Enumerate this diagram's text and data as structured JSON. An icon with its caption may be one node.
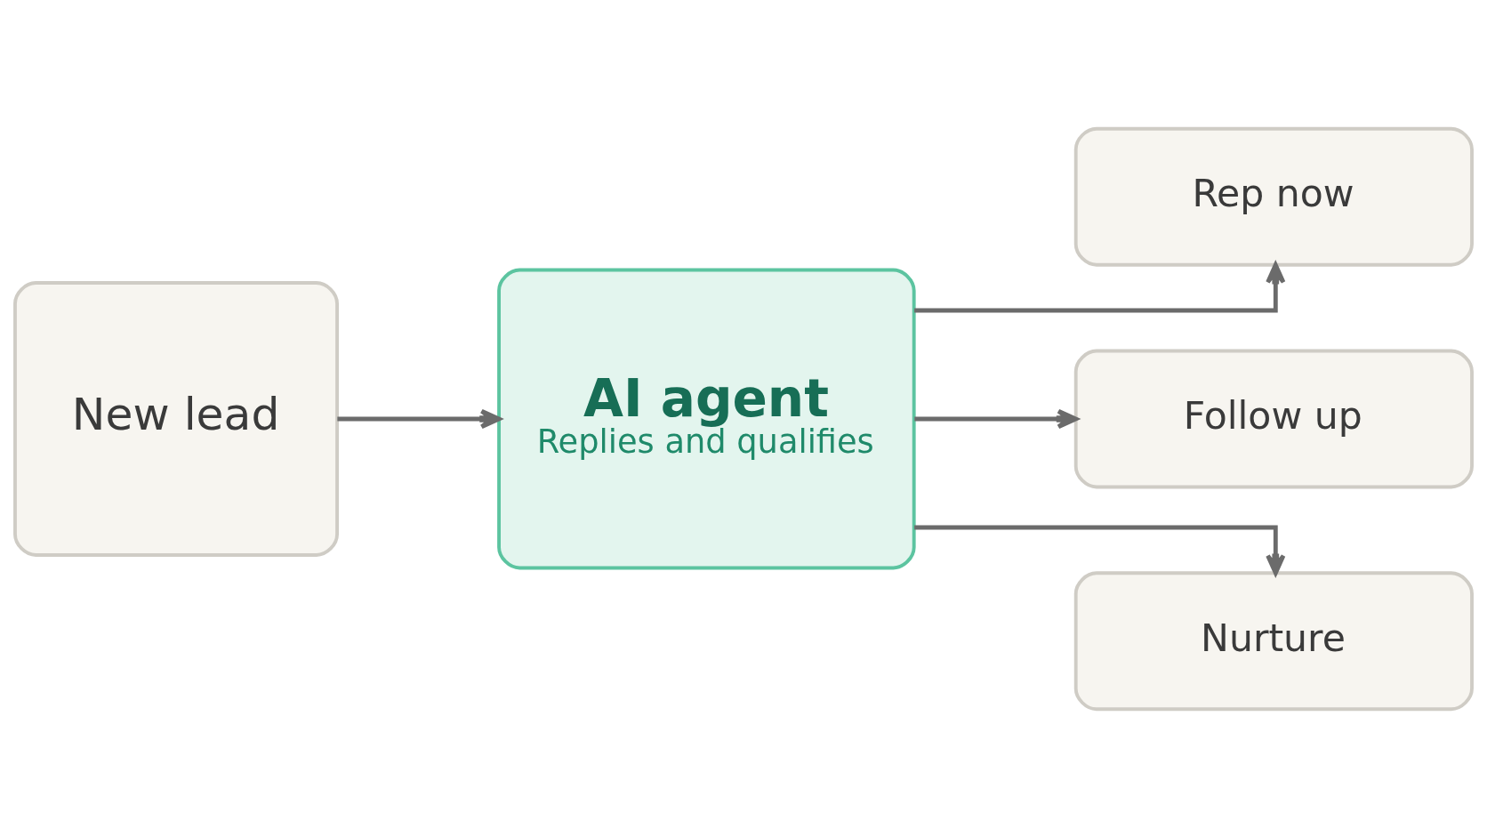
{
  "diagram": {
    "nodes": [
      {
        "text": [
          "New lead"
        ]
      },
      {
        "text": [
          "AI agent",
          "Replies and qualifies"
        ]
      },
      {
        "text": [
          "Rep now"
        ]
      },
      {
        "text": [
          "Follow up"
        ]
      },
      {
        "text": [
          "Nurture"
        ]
      }
    ],
    "edges": [
      {
        "from": 0,
        "to": 1,
        "arrow": "to"
      },
      {
        "from": 1,
        "to": 2,
        "arrow": "to"
      },
      {
        "from": 1,
        "to": 3,
        "arrow": "to"
      },
      {
        "from": 1,
        "to": 4,
        "arrow": "to"
      }
    ]
  }
}
